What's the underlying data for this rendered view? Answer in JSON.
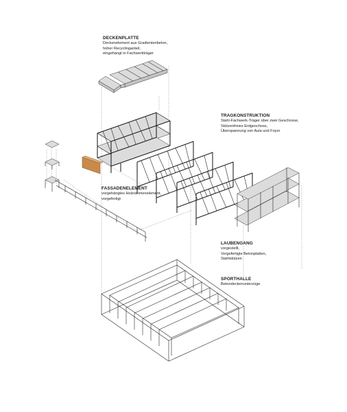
{
  "diagram": {
    "colors": {
      "background": "#ffffff",
      "line": "#1a1a1a",
      "slab_fill": "#dcdcdc",
      "facade_element": "#c98a4b",
      "guide_line": "#777777"
    },
    "labels": {
      "deckenplatte": {
        "title": "DECKENPLATTE",
        "lines": [
          "Deckenelement aus Gradientenbeton,",
          "hoher Recyclinganteil,",
          "eingehängt in Fachwerkträger"
        ]
      },
      "tragkonstruktion": {
        "title": "TRAGKONSTRUKTION",
        "lines": [
          "Stahl-Fachwerk-Träger über zwei Geschosse,",
          "Stützenfreies Erdgeschoss,",
          "Überspannung von Aula und Foyer"
        ]
      },
      "fassadenelement": {
        "title": "FASSADENELEMENT",
        "lines": [
          "vorgehängtes Holzrahmenelement,",
          "vorgefertigt"
        ]
      },
      "laubengang": {
        "title": "LAUBENGANG",
        "lines": [
          "vorgestellt,",
          "Vorgefertigte Betonplatten,",
          "Stahlstützen"
        ]
      },
      "sporthalle": {
        "title": "SPORTHALLE",
        "lines": [
          "Betondeckenunterzüge"
        ]
      }
    }
  }
}
